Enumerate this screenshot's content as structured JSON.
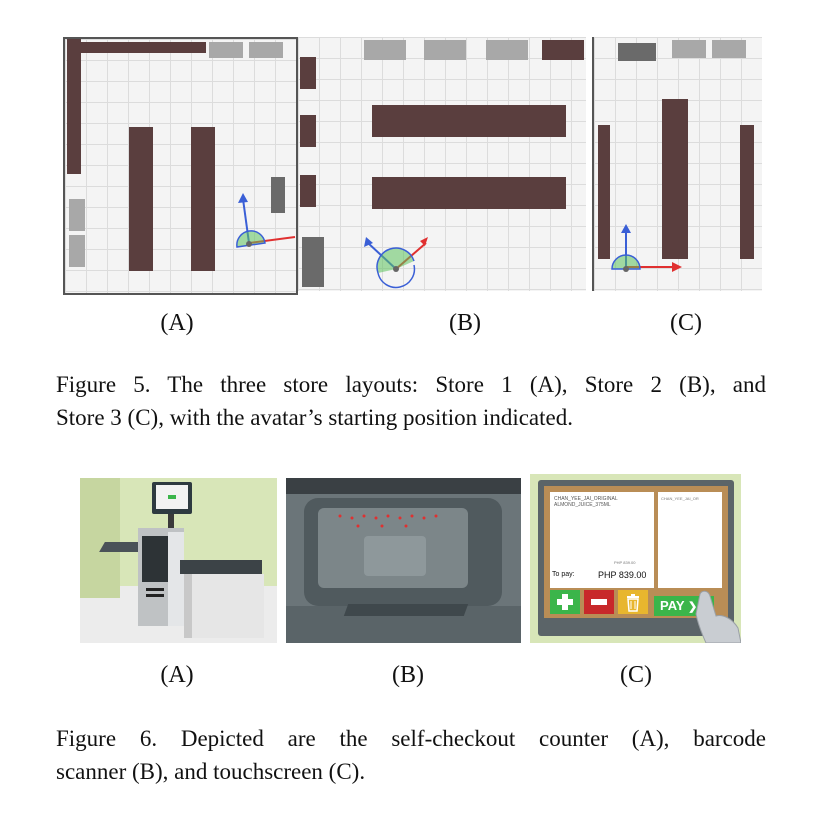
{
  "figure5": {
    "panel_labels": [
      "(A)",
      "(B)",
      "(C)"
    ],
    "caption_line1": "Figure 5.  The three store layouts: Store 1 (A), Store 2 (B), and",
    "caption_line2": "Store 3 (C), with the avatar’s starting position indicated."
  },
  "figure6": {
    "panel_labels": [
      "(A)",
      "(B)",
      "(C)"
    ],
    "caption_line1": "Figure 6.  Depicted are the self-checkout counter (A), barcode",
    "caption_line2": "scanner (B), and touchscreen (C).",
    "screen": {
      "item_text_left": "CHAN_YEE_JAI_ORIGINAL ALMOND_JUICE_375ML",
      "item_price": "PHP 839.00",
      "item_text_right": "CHAN_YEE_JAI_OR",
      "to_pay_label": "To pay:",
      "to_pay_value": "PHP 839.00",
      "pay_button": "PAY",
      "pay_arrow": "❯"
    }
  },
  "colors": {
    "shelf": "#5a3e3e",
    "grid_bg": "#f4f4f4",
    "axis_blue": "#3a5fd6",
    "axis_red": "#e03030",
    "avatar_green": "#5cc25c"
  }
}
